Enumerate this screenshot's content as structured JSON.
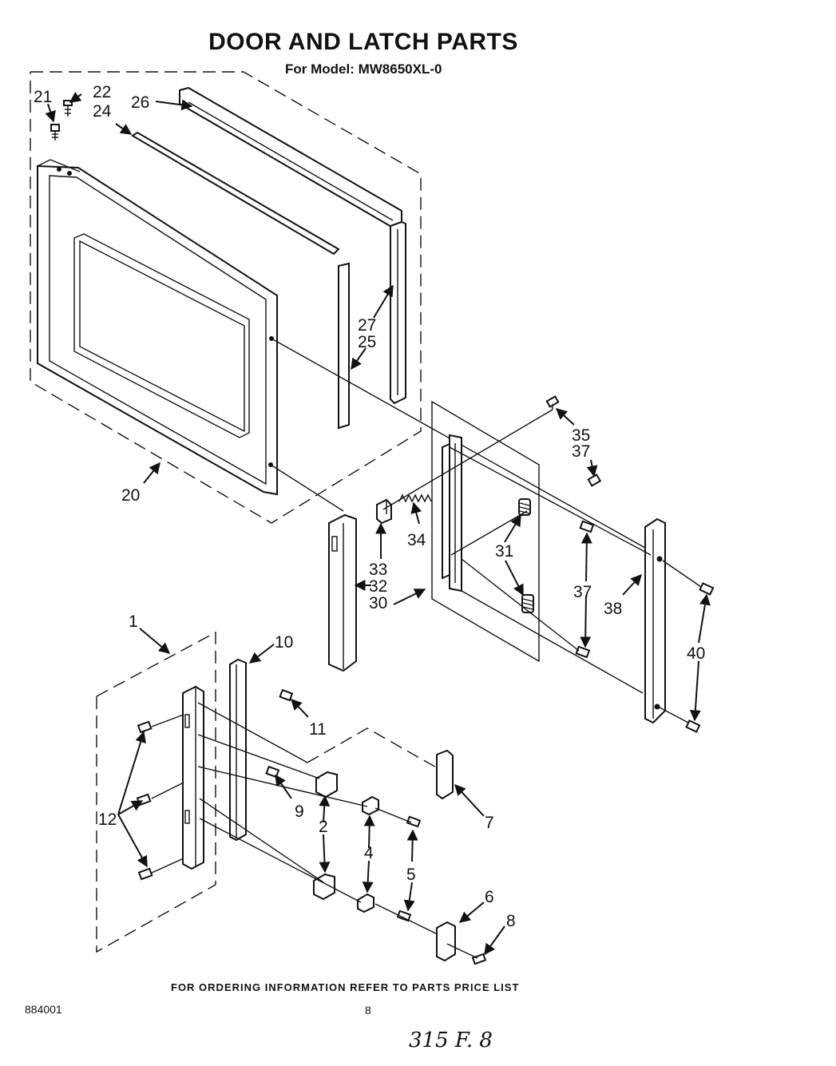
{
  "title": "DOOR AND LATCH PARTS",
  "subtitle": "For Model: MW8650XL-0",
  "footer_note": "FOR ORDERING INFORMATION REFER TO PARTS PRICE LIST",
  "doc_number": "884001",
  "page_number": "8",
  "handwritten_note": "315 F. 8",
  "callouts": {
    "c1": "1",
    "c2": "2",
    "c4": "4",
    "c5": "5",
    "c6": "6",
    "c7": "7",
    "c8": "8",
    "c9": "9",
    "c10": "10",
    "c11": "11",
    "c12": "12",
    "c20": "20",
    "c21": "21",
    "c22": "22",
    "c24": "24",
    "c25": "25",
    "c26": "26",
    "c27": "27",
    "c30": "30",
    "c31": "31",
    "c32": "32",
    "c33": "33",
    "c34": "34",
    "c35": "35",
    "c37a": "37",
    "c37b": "37",
    "c38": "38",
    "c40": "40"
  }
}
